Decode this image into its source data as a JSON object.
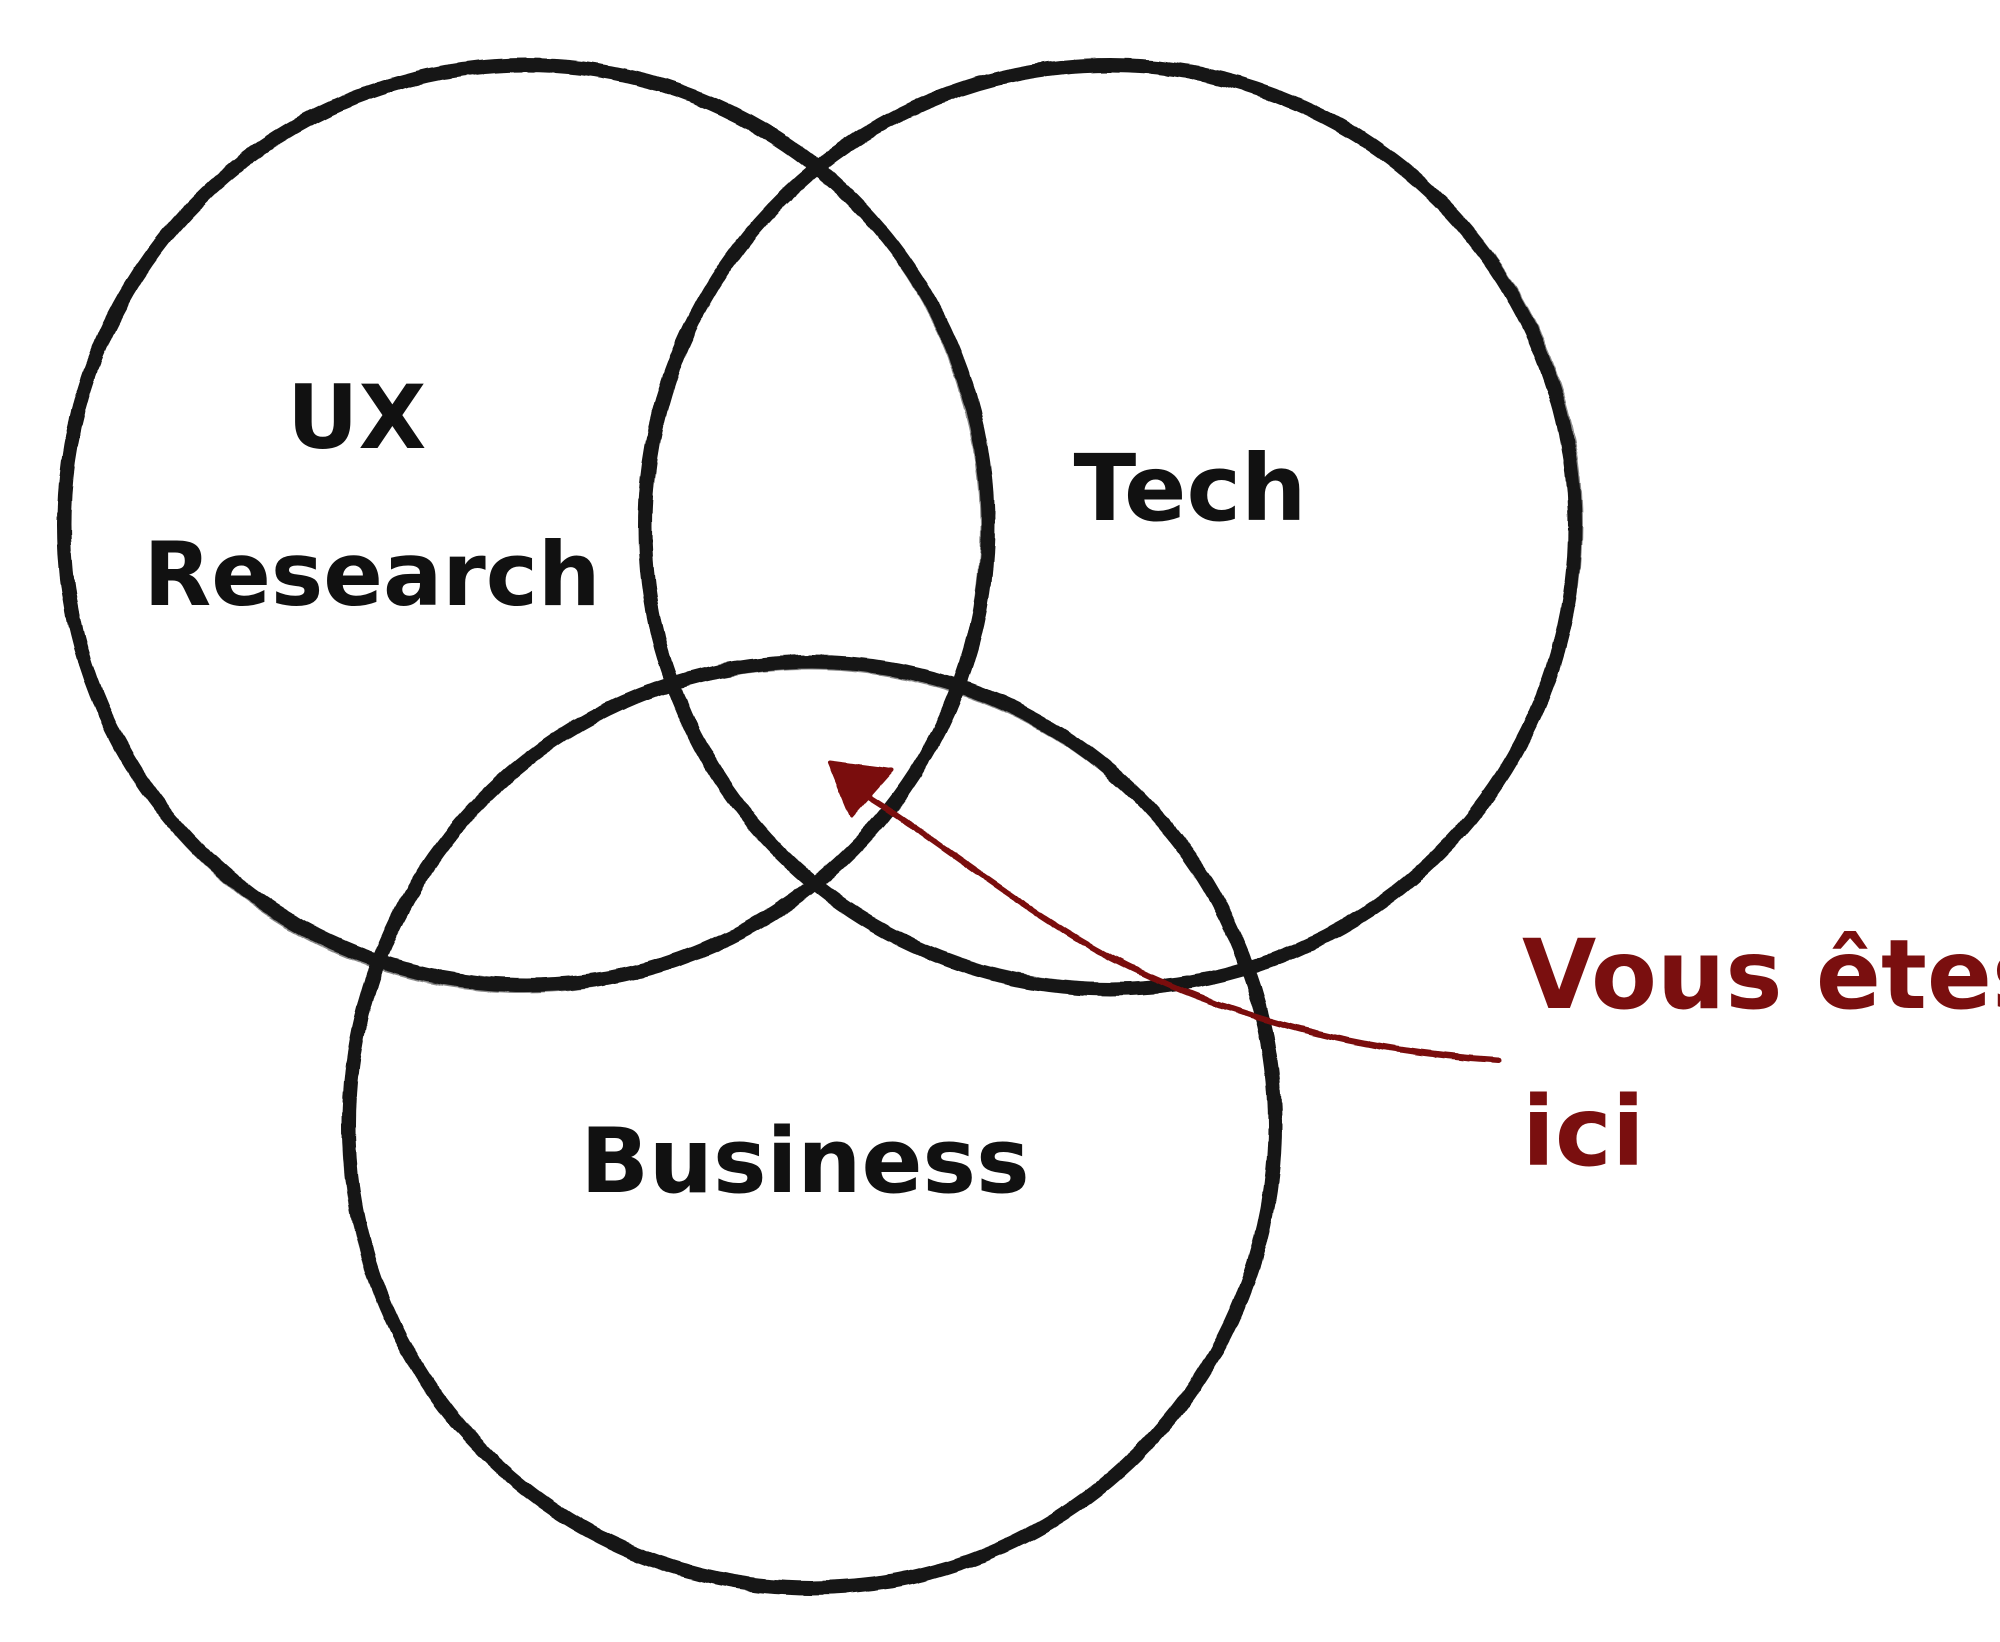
{
  "diagram": {
    "sets": [
      {
        "id": "ux",
        "label_lines": [
          "UX",
          "Research"
        ]
      },
      {
        "id": "tech",
        "label_lines": [
          "Tech"
        ]
      },
      {
        "id": "business",
        "label_lines": [
          "Business"
        ]
      }
    ],
    "annotation": {
      "text_lines": [
        "Vous êtes",
        "ici"
      ],
      "color": "#7a0f0f"
    },
    "colors": {
      "outline": "#151515",
      "text": "#111111",
      "background": "#ffffff"
    }
  }
}
